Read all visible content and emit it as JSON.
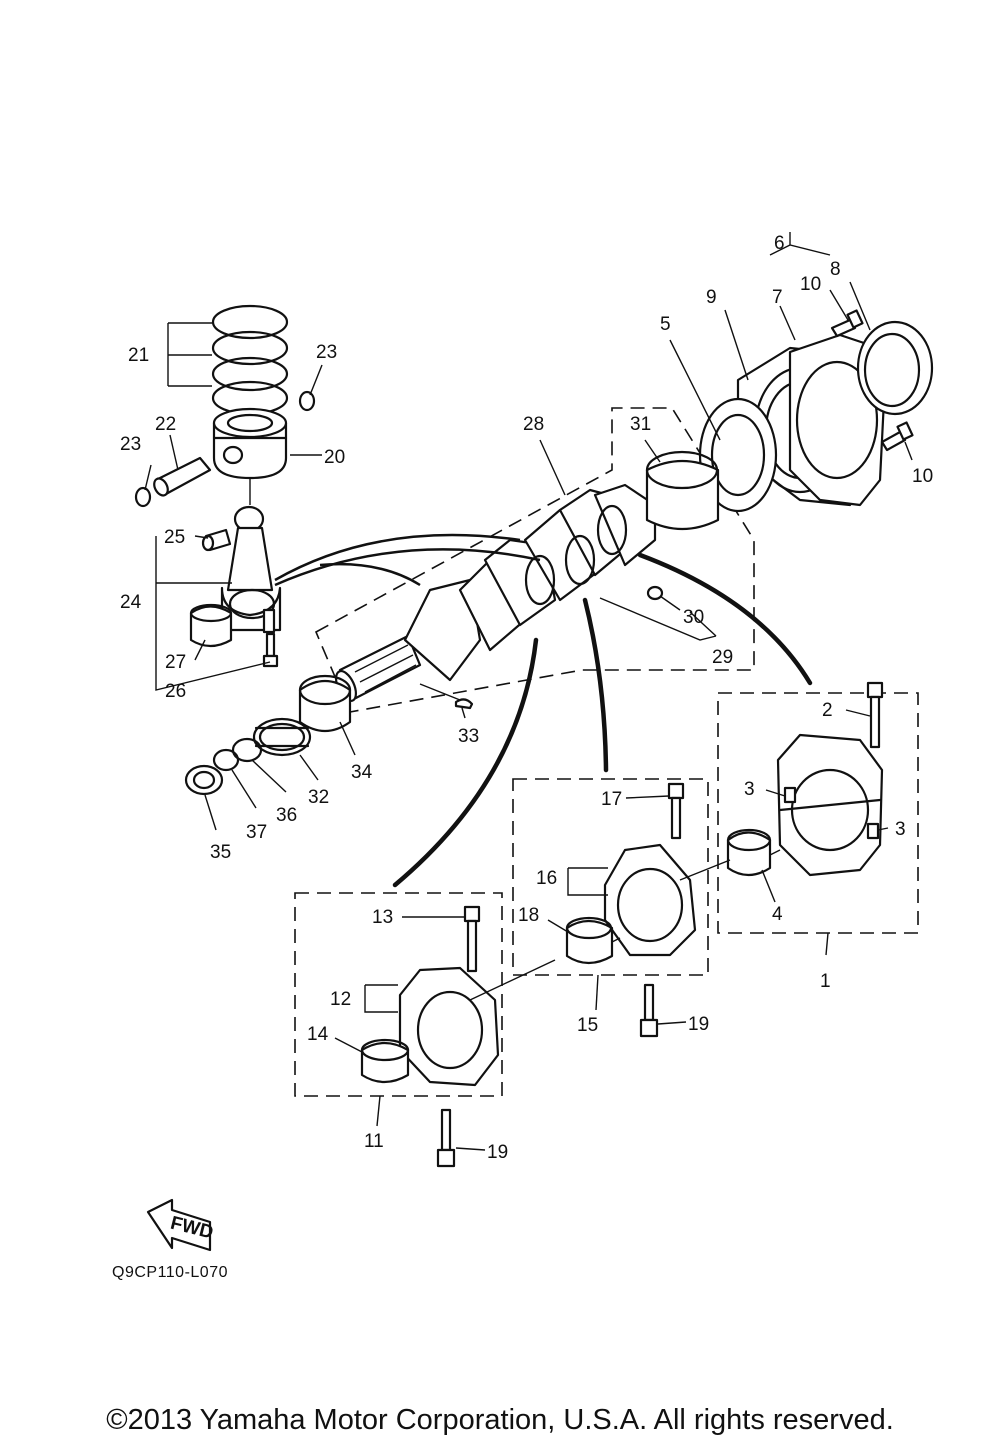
{
  "diagram": {
    "callouts": [
      {
        "id": "c1",
        "label": "1"
      },
      {
        "id": "c2",
        "label": "2"
      },
      {
        "id": "c3a",
        "label": "3"
      },
      {
        "id": "c3b",
        "label": "3"
      },
      {
        "id": "c4",
        "label": "4"
      },
      {
        "id": "c5",
        "label": "5"
      },
      {
        "id": "c6",
        "label": "6"
      },
      {
        "id": "c7",
        "label": "7"
      },
      {
        "id": "c8",
        "label": "8"
      },
      {
        "id": "c9",
        "label": "9"
      },
      {
        "id": "c10a",
        "label": "10"
      },
      {
        "id": "c10b",
        "label": "10"
      },
      {
        "id": "c11",
        "label": "11"
      },
      {
        "id": "c12",
        "label": "12"
      },
      {
        "id": "c13",
        "label": "13"
      },
      {
        "id": "c14",
        "label": "14"
      },
      {
        "id": "c15",
        "label": "15"
      },
      {
        "id": "c16",
        "label": "16"
      },
      {
        "id": "c17",
        "label": "17"
      },
      {
        "id": "c18",
        "label": "18"
      },
      {
        "id": "c19a",
        "label": "19"
      },
      {
        "id": "c19b",
        "label": "19"
      },
      {
        "id": "c20",
        "label": "20"
      },
      {
        "id": "c21",
        "label": "21"
      },
      {
        "id": "c22",
        "label": "22"
      },
      {
        "id": "c23a",
        "label": "23"
      },
      {
        "id": "c23b",
        "label": "23"
      },
      {
        "id": "c24",
        "label": "24"
      },
      {
        "id": "c25",
        "label": "25"
      },
      {
        "id": "c26",
        "label": "26"
      },
      {
        "id": "c27",
        "label": "27"
      },
      {
        "id": "c28",
        "label": "28"
      },
      {
        "id": "c29",
        "label": "29"
      },
      {
        "id": "c30",
        "label": "30"
      },
      {
        "id": "c31",
        "label": "31"
      },
      {
        "id": "c32",
        "label": "32"
      },
      {
        "id": "c33",
        "label": "33"
      },
      {
        "id": "c34",
        "label": "34"
      },
      {
        "id": "c35",
        "label": "35"
      },
      {
        "id": "c36",
        "label": "36"
      },
      {
        "id": "c37",
        "label": "37"
      }
    ],
    "fwd_label": "FWD",
    "diagram_code": "Q9CP110-L070"
  },
  "footer": {
    "copyright": "©2013 Yamaha Motor Corporation, U.S.A. All rights reserved."
  }
}
